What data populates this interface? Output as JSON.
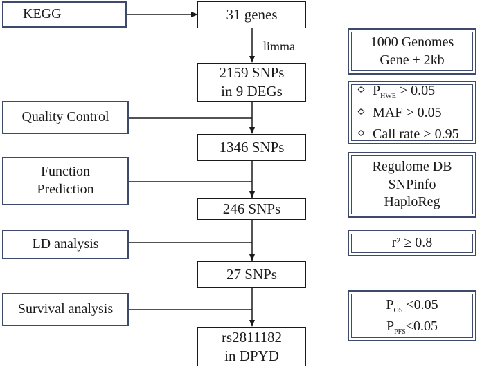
{
  "source_boxes": {
    "kegg": "KEGG",
    "quality_control": "Quality Control",
    "function_prediction": [
      "Function",
      "Prediction"
    ],
    "ld_analysis": "LD analysis",
    "survival_analysis": "Survival analysis"
  },
  "pipeline": {
    "genes": "31 genes",
    "limma_label": "limma",
    "snps_2159": [
      "2159 SNPs",
      "in 9 DEGs"
    ],
    "snps_1346": "1346 SNPs",
    "snps_246": "246 SNPs",
    "snps_27": "27 SNPs",
    "result": [
      "rs2811182",
      "in DPYD"
    ]
  },
  "criteria": {
    "genomes": [
      "1000 Genomes",
      "Gene ± 2kb"
    ],
    "qc": [
      {
        "symbol": "P",
        "sub": "HWE",
        "condition": " > 0.05"
      },
      {
        "text": "MAF > 0.05"
      },
      {
        "text": "Call rate > 0.95"
      }
    ],
    "databases": [
      "Regulome DB",
      "SNPinfo",
      "HaploReg"
    ],
    "ld": "r² ≥ 0.8",
    "survival": [
      {
        "symbol": "P",
        "sub": "OS",
        "condition": " <0.05"
      },
      {
        "symbol": "P",
        "sub": "PFS",
        "condition": "<0.05"
      }
    ]
  }
}
